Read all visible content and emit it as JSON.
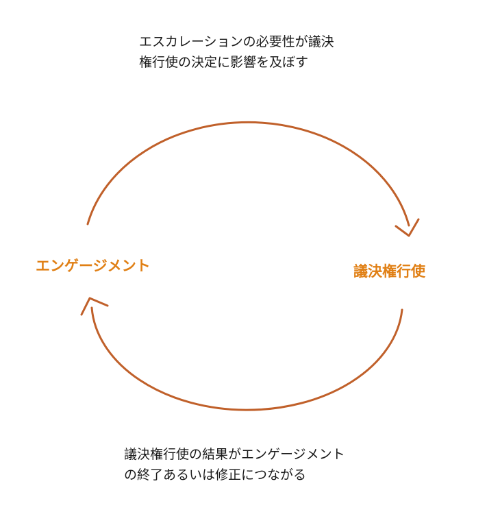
{
  "top_caption": {
    "line1": "エスカレーションの必要性が議決",
    "line2": "権行使の決定に影響を及ぼす"
  },
  "bottom_caption": {
    "line1": "議決権行使の結果がエンゲージメント",
    "line2": "の終了あるいは修正につながる"
  },
  "nodes": {
    "left": "エンゲージメント",
    "right": "議決権行使"
  },
  "colors": {
    "arc": "#c0602a",
    "node_text": "#e07f14",
    "caption_text": "#1a1a1a"
  }
}
